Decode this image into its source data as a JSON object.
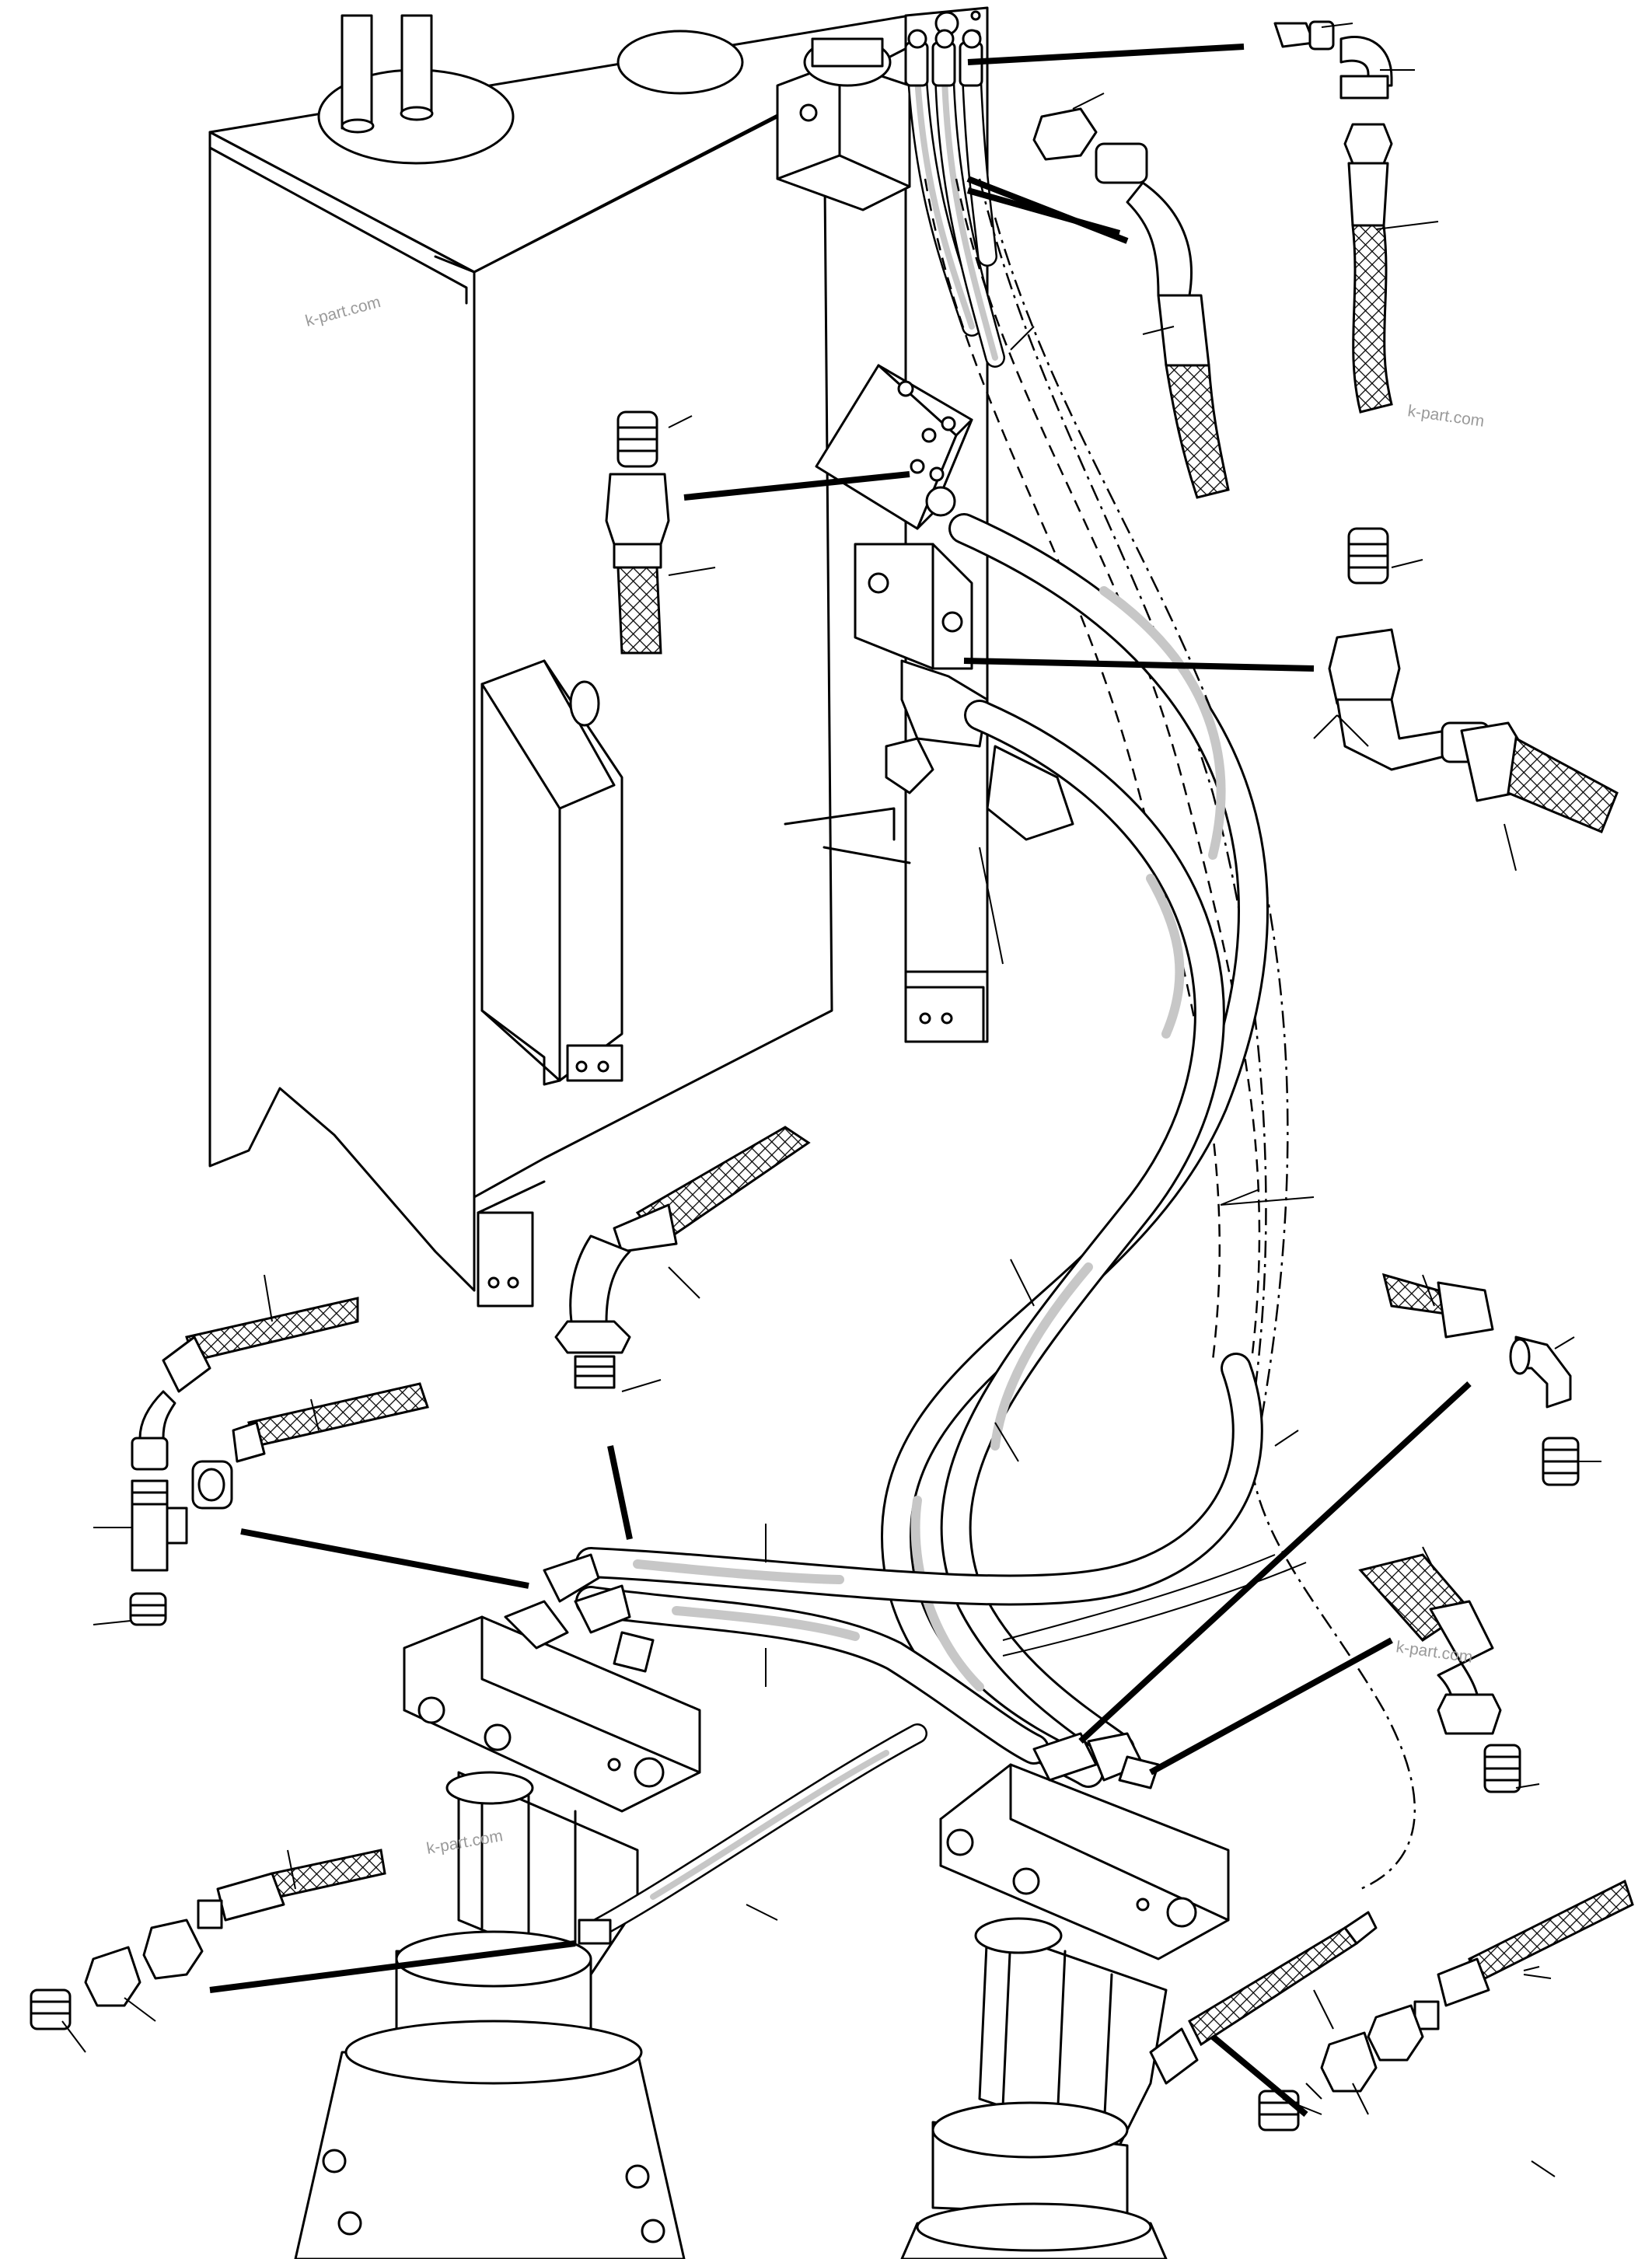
{
  "watermarks": [
    {
      "text": "k-part.com"
    },
    {
      "text": "k-part.com"
    },
    {
      "text": "k-part.com"
    },
    {
      "text": "k-part.com"
    }
  ],
  "colors": {
    "line": "#000000",
    "background": "#ffffff",
    "hose_stripe": "#c7c7c7",
    "watermark": "#9a9a9a"
  }
}
